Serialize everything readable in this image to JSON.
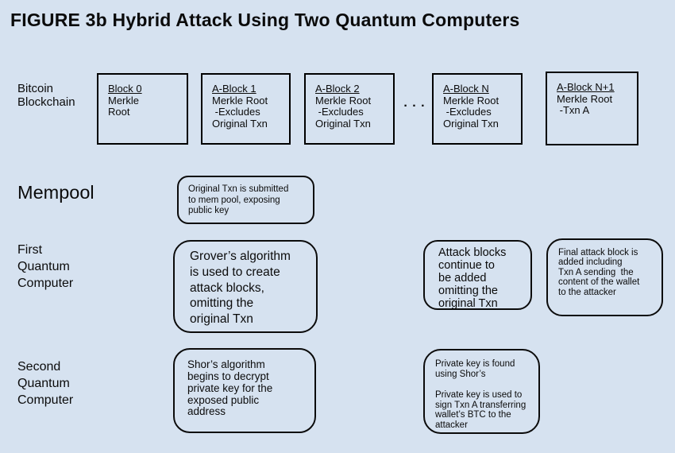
{
  "title": "FIGURE 3b Hybrid Attack Using Two Quantum Computers",
  "colors": {
    "background": "#d6e2f0",
    "border": "#000000",
    "text": "#0b0b0b"
  },
  "row_labels": {
    "bitcoin_blockchain": "Bitcoin\nBlockchain",
    "mempool": "Mempool",
    "first_quantum_computer": "First\nQuantum\nComputer",
    "second_quantum_computer": "Second\nQuantum\nComputer"
  },
  "blocks": [
    {
      "title": "Block 0",
      "body": "Merkle\nRoot"
    },
    {
      "title": "A-Block 1",
      "body": "Merkle Root\n -Excludes\nOriginal Txn"
    },
    {
      "title": "A-Block 2",
      "body": "Merkle Root\n -Excludes\nOriginal Txn"
    },
    {
      "title": "A-Block N",
      "body": "Merkle Root\n -Excludes\nOriginal Txn"
    },
    {
      "title": "A-Block N+1",
      "body": "Merkle Root\n -Txn A"
    }
  ],
  "ellipsis": ". . .",
  "notes": {
    "mempool_note": "Original Txn is submitted\nto mem pool, exposing\npublic key",
    "grover_note": "Grover’s algorithm\nis used to create\nattack blocks,\nomitting the\noriginal Txn",
    "attack_continue_note": "Attack blocks\ncontinue to\nbe added\nomitting the\noriginal Txn",
    "final_attack_note": "Final attack block is\nadded including\nTxn A sending  the\ncontent of the wallet\nto the attacker",
    "shor_note": "Shor’s algorithm\nbegins to decrypt\nprivate key for the\nexposed public\naddress",
    "private_key_note": "Private key is found\nusing Shor’s\n\nPrivate key is used to\nsign Txn A transferring\nwallet’s BTC to the\nattacker"
  }
}
